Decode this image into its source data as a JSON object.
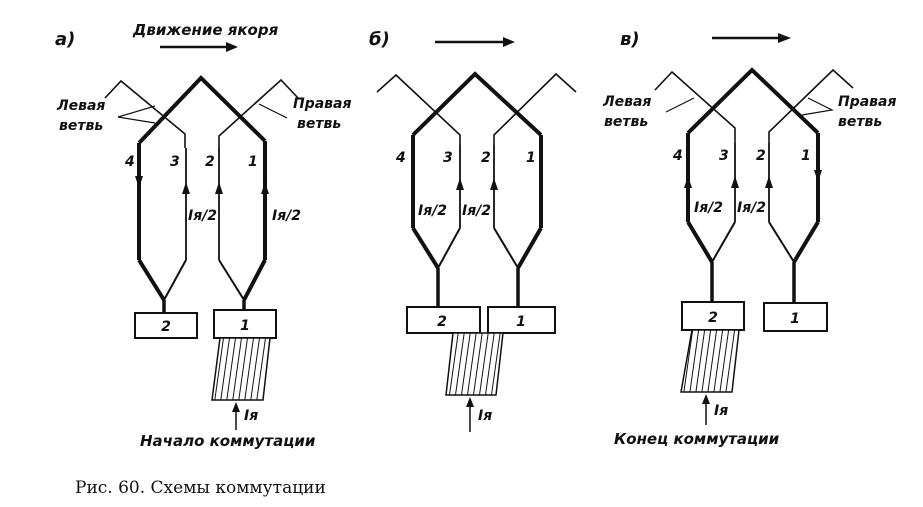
{
  "figure": {
    "caption": "Рис. 60. Схемы коммутации",
    "motion_label": "Движение якоря",
    "ink_color": "#111111",
    "panels": [
      {
        "id": "a",
        "letter": "а)",
        "left_branch_label_line1": "Левая",
        "left_branch_label_line2": "ветвь",
        "right_branch_label_line1": "Правая",
        "right_branch_label_line2": "ветвь",
        "conductors": [
          "4",
          "3",
          "2",
          "1"
        ],
        "current_half_left": "Iя/2",
        "current_half_right": "Iя/2",
        "segments": [
          "2",
          "1"
        ],
        "current": "Iя",
        "bottom_label": "Начало коммутации"
      },
      {
        "id": "b",
        "letter": "б)",
        "conductors": [
          "4",
          "3",
          "2",
          "1"
        ],
        "current_half_left": "Iя/2",
        "current_half_right": "Iя/2",
        "segments": [
          "2",
          "1"
        ],
        "current": "Iя"
      },
      {
        "id": "v",
        "letter": "в)",
        "left_branch_label_line1": "Левая",
        "left_branch_label_line2": "ветвь",
        "right_branch_label_line1": "Правая",
        "right_branch_label_line2": "ветвь",
        "conductors": [
          "4",
          "3",
          "2",
          "1"
        ],
        "current_half_left": "Iя/2",
        "current_half_right": "Iя/2",
        "segments": [
          "2",
          "1"
        ],
        "current": "Iя",
        "bottom_label": "Конец коммутации"
      }
    ]
  }
}
